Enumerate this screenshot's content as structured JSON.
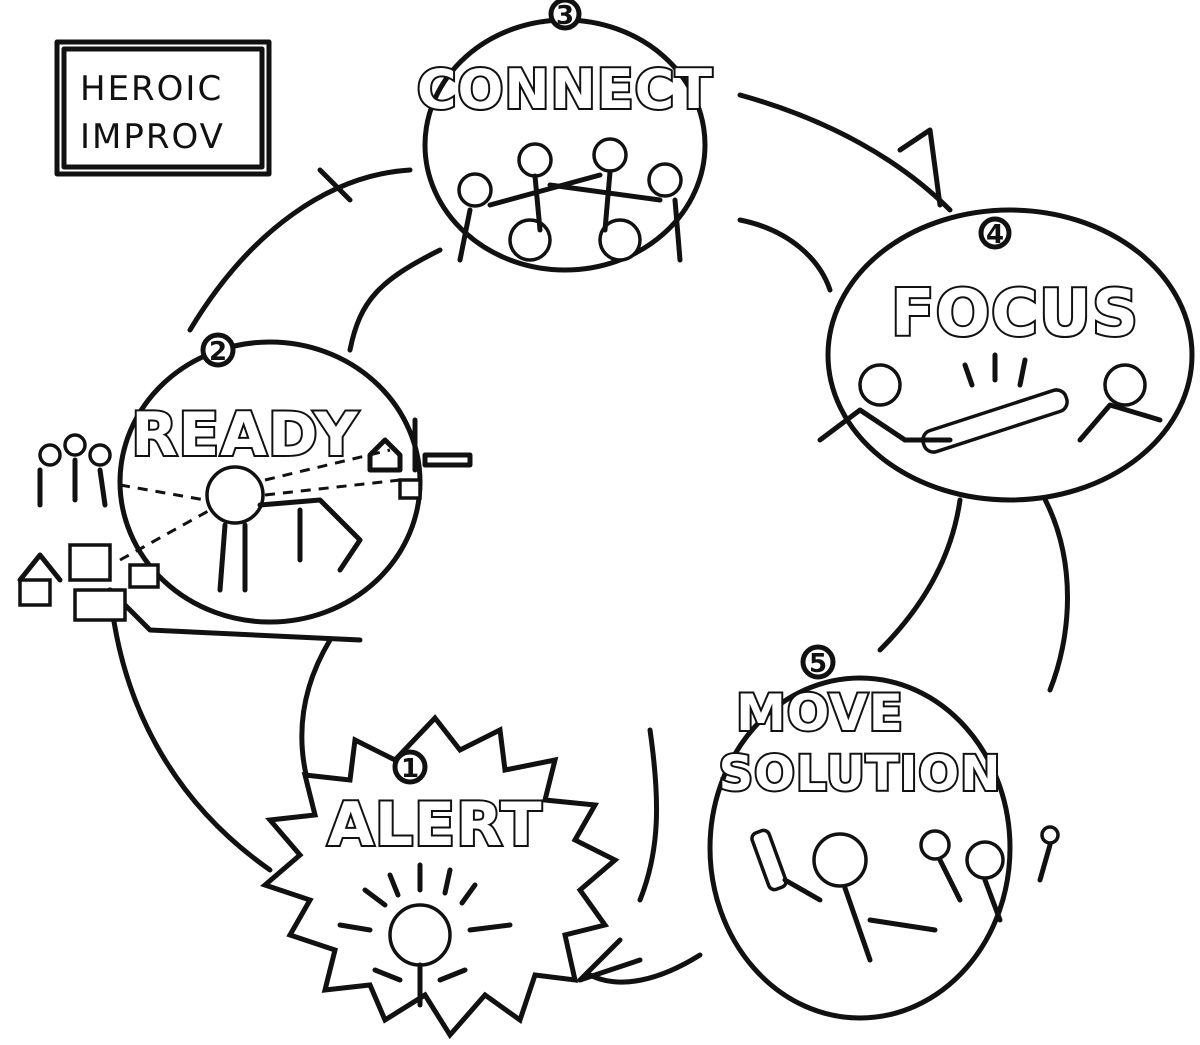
{
  "title": {
    "line1": "HEROIC",
    "line2": "IMPROV"
  },
  "steps": [
    {
      "number": "1",
      "label": "ALERT"
    },
    {
      "number": "2",
      "label": "READY"
    },
    {
      "number": "3",
      "label": "CONNECT"
    },
    {
      "number": "4",
      "label": "FOCUS"
    },
    {
      "number": "5",
      "label_line1": "MOVE",
      "label_line2": "SOLUTION"
    }
  ]
}
